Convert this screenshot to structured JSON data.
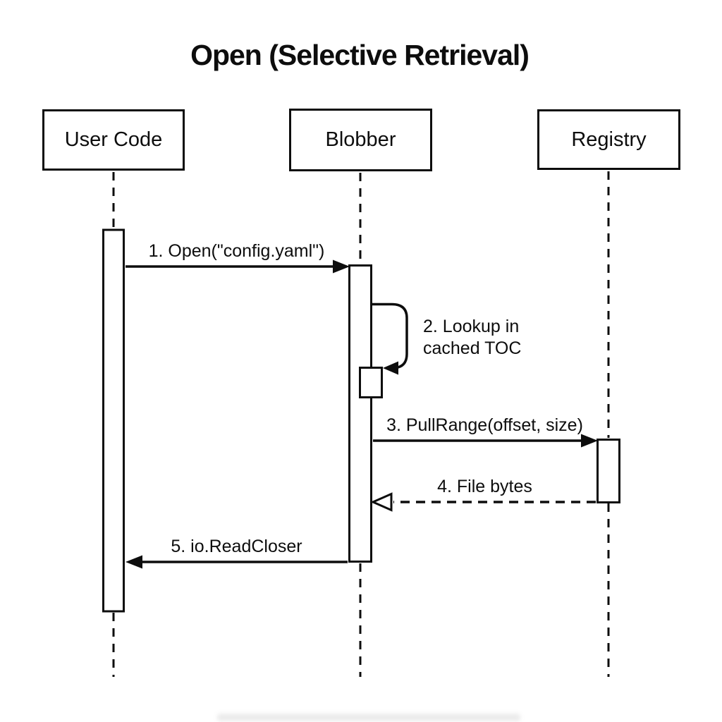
{
  "diagram": {
    "type": "sequence-diagram",
    "title": "Open (Selective Retrieval)",
    "participants": [
      {
        "label": "User Code"
      },
      {
        "label": "Blobber"
      },
      {
        "label": "Registry"
      }
    ],
    "messages": [
      {
        "label": "1. Open(\"config.yaml\")",
        "from": "User Code",
        "to": "Blobber",
        "line": "solid",
        "arrowhead": "filled"
      },
      {
        "label": "2. Lookup in\ncached TOC",
        "from": "Blobber",
        "to": "Blobber",
        "line": "self-loop",
        "arrowhead": "filled"
      },
      {
        "label": "3. PullRange(offset, size)",
        "from": "Blobber",
        "to": "Registry",
        "line": "solid",
        "arrowhead": "filled"
      },
      {
        "label": "4. File bytes",
        "from": "Registry",
        "to": "Blobber",
        "line": "dashed",
        "arrowhead": "open"
      },
      {
        "label": "5. io.ReadCloser",
        "from": "Blobber",
        "to": "User Code",
        "line": "solid",
        "arrowhead": "filled"
      }
    ],
    "colors": {
      "ink": "#0d0d0d",
      "background": "#ffffff"
    }
  }
}
